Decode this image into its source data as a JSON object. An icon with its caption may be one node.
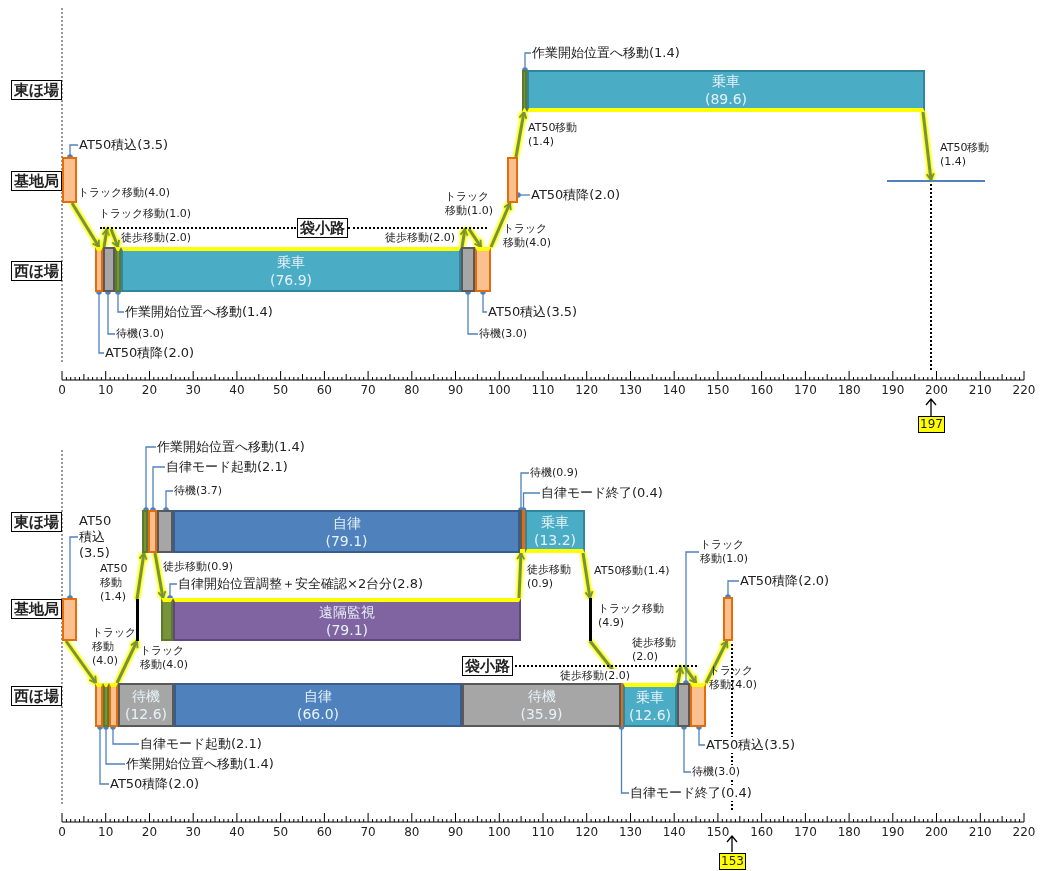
{
  "diagram": {
    "nodes": [
      {
        "text": [
          "東ほ場"
        ]
      },
      {
        "text": [
          "基地局"
        ]
      },
      {
        "text": [
          "西ほ場"
        ]
      },
      {
        "text": [
          "袋小路"
        ]
      },
      {
        "text": [],
        "shape": "bar"
      },
      {
        "text": [],
        "shape": "bar"
      },
      {
        "text": [],
        "shape": "bar"
      },
      {
        "text": [],
        "shape": "bar"
      },
      {
        "text": [
          "乗車",
          "(76.9)"
        ]
      },
      {
        "text": [],
        "shape": "bar"
      },
      {
        "text": [],
        "shape": "bar"
      },
      {
        "text": [],
        "shape": "bar"
      },
      {
        "text": [],
        "shape": "bar"
      },
      {
        "text": [
          "乗車",
          "(89.6)"
        ]
      },
      {
        "text": [],
        "shape": "bar"
      },
      {
        "text": [
          "197"
        ]
      },
      {
        "text": [
          "AT50積込(3.5)"
        ]
      },
      {
        "text": [
          "作業開始位置へ移動(1.4)"
        ]
      },
      {
        "text": [
          "待機(3.0)"
        ]
      },
      {
        "text": [
          "AT50積降(2.0)"
        ]
      },
      {
        "text": [
          "待機(3.0)"
        ]
      },
      {
        "text": [
          "AT50積込(3.5)"
        ]
      },
      {
        "text": [
          "AT50積降(2.0)"
        ]
      },
      {
        "text": [
          "作業開始位置へ移動(1.4)"
        ]
      },
      {
        "text": [
          "東ほ場"
        ]
      },
      {
        "text": [
          "基地局"
        ]
      },
      {
        "text": [
          "西ほ場"
        ]
      },
      {
        "text": [
          "袋小路"
        ]
      },
      {
        "text": [],
        "shape": "bar"
      },
      {
        "text": [],
        "shape": "bar"
      },
      {
        "text": [],
        "shape": "bar"
      },
      {
        "text": [],
        "shape": "bar"
      },
      {
        "text": [
          "待機",
          "(12.6)"
        ]
      },
      {
        "text": [
          "自律",
          "(66.0)"
        ]
      },
      {
        "text": [
          "待機",
          "(35.9)"
        ]
      },
      {
        "text": [],
        "shape": "bar"
      },
      {
        "text": [
          "乗車",
          "(12.6)"
        ]
      },
      {
        "text": [],
        "shape": "bar"
      },
      {
        "text": [],
        "shape": "bar"
      },
      {
        "text": [],
        "shape": "bar"
      },
      {
        "text": [],
        "shape": "bar"
      },
      {
        "text": [],
        "shape": "bar"
      },
      {
        "text": [
          "自律",
          "(79.1)"
        ]
      },
      {
        "text": [],
        "shape": "bar"
      },
      {
        "text": [],
        "shape": "bar"
      },
      {
        "text": [
          "乗車",
          "(13.2)"
        ]
      },
      {
        "text": [],
        "shape": "bar"
      },
      {
        "text": [
          "遠隔監視",
          "(79.1)"
        ]
      },
      {
        "text": [],
        "shape": "bar"
      },
      {
        "text": [
          "153"
        ]
      },
      {
        "text": [
          "AT50積込(3.5)"
        ]
      },
      {
        "text": [
          "作業開始位置へ移動(1.4)"
        ]
      },
      {
        "text": [
          "自律モード起動(2.1)"
        ]
      },
      {
        "text": [
          "待機(3.7)"
        ]
      },
      {
        "text": [
          "自律開始位置調整＋安全確認×2台分(2.8)"
        ]
      },
      {
        "text": [
          "待機(0.9)"
        ]
      },
      {
        "text": [
          "自律モード終了(0.4)"
        ]
      },
      {
        "text": [
          "自律モード起動(2.1)"
        ]
      },
      {
        "text": [
          "作業開始位置へ移動(1.4)"
        ]
      },
      {
        "text": [
          "AT50積降(2.0)"
        ]
      },
      {
        "text": [
          "自律モード終了(0.4)"
        ]
      },
      {
        "text": [
          "待機(3.0)"
        ]
      },
      {
        "text": [
          "AT50積込(3.5)"
        ]
      },
      {
        "text": [
          "AT50積降(2.0)"
        ]
      },
      {
        "text": [
          "トラック移動(1.0)"
        ]
      },
      {
        "text": [],
        "shape": "bar"
      },
      {
        "text": [],
        "shape": "bar"
      },
      {
        "text": [],
        "shape": "bar"
      },
      {
        "text": [],
        "shape": "bar"
      },
      {
        "text": [],
        "shape": "bar"
      }
    ],
    "edges": [
      {
        "from": 4,
        "to": 5,
        "arrow": "to",
        "label": "トラック移動(4.0)",
        "style": "thick",
        "color": "#77933c"
      },
      {
        "from": 6,
        "to": 67,
        "arrow": "to",
        "label": "トラック移動(1.0)",
        "style": "thick",
        "color": "#77933c"
      },
      {
        "from": 67,
        "to": 7,
        "arrow": "to",
        "label": "徒歩移動(2.0)",
        "style": "thick",
        "color": "#77933c"
      },
      {
        "from": 9,
        "to": 69,
        "arrow": "to",
        "label": "徒歩移動(2.0)",
        "style": "thick",
        "color": "#77933c"
      },
      {
        "from": 69,
        "to": 10,
        "arrow": "to",
        "label": "トラック移動(1.0)",
        "style": "thick",
        "color": "#77933c"
      },
      {
        "from": 10,
        "to": 11,
        "arrow": "to",
        "label": "トラック移動(4.0)",
        "style": "thick",
        "color": "#77933c"
      },
      {
        "from": 11,
        "to": 12,
        "arrow": "to",
        "label": "AT50移動(1.4)",
        "style": "thick",
        "color": "#77933c"
      },
      {
        "from": 13,
        "to": 14,
        "arrow": "to",
        "label": "AT50移動(1.4)",
        "style": "thick",
        "color": "#77933c"
      },
      {
        "from": 16,
        "to": 4,
        "arrow": "other"
      },
      {
        "from": 17,
        "to": 7,
        "arrow": "other"
      },
      {
        "from": 18,
        "to": 6,
        "arrow": "other"
      },
      {
        "from": 19,
        "to": 5,
        "arrow": "other"
      },
      {
        "from": 20,
        "to": 9,
        "arrow": "other"
      },
      {
        "from": 21,
        "to": 10,
        "arrow": "other"
      },
      {
        "from": 22,
        "to": 11,
        "arrow": "other"
      },
      {
        "from": 23,
        "to": 12,
        "arrow": "other"
      },
      {
        "from": 28,
        "to": 29,
        "arrow": "to",
        "label": "トラック移動(4.0)",
        "style": "thick",
        "color": "#77933c"
      },
      {
        "from": 31,
        "to": 65,
        "arrow": "to",
        "label": "トラック移動(4.0)",
        "style": "thick",
        "color": "#77933c"
      },
      {
        "from": 65,
        "to": 39,
        "arrow": "to",
        "label": "AT50移動(1.4)",
        "style": "thick",
        "color": "#77933c"
      },
      {
        "from": 40,
        "to": 46,
        "arrow": "to",
        "label": "徒歩移動(0.9)",
        "style": "thick",
        "color": "#77933c"
      },
      {
        "from": 47,
        "to": 43,
        "arrow": "to",
        "label": "徒歩移動(0.9)",
        "style": "thick",
        "color": "#77933c"
      },
      {
        "from": 45,
        "to": 66,
        "arrow": "to",
        "label": "AT50移動(1.4)",
        "style": "thick",
        "color": "#77933c"
      },
      {
        "from": 66,
        "to": 36,
        "arrow": "to",
        "label": "トラック移動(4.9)",
        "style": "thick",
        "color": "#77933c"
      },
      {
        "from": 37,
        "to": 68,
        "arrow": "to",
        "label": "徒歩移動(2.0)",
        "style": "thick",
        "color": "#77933c"
      },
      {
        "from": 68,
        "to": 38,
        "arrow": "to",
        "style": "thick",
        "color": "#77933c"
      },
      {
        "from": 38,
        "to": 48,
        "arrow": "to",
        "label": "トラック移動(4.0)",
        "style": "thick",
        "color": "#77933c"
      },
      {
        "from": 50,
        "to": 28,
        "arrow": "other"
      },
      {
        "from": 51,
        "to": 39,
        "arrow": "other"
      },
      {
        "from": 52,
        "to": 40,
        "arrow": "other"
      },
      {
        "from": 53,
        "to": 41,
        "arrow": "other"
      },
      {
        "from": 54,
        "to": 46,
        "arrow": "other"
      },
      {
        "from": 55,
        "to": 43,
        "arrow": "other"
      },
      {
        "from": 56,
        "to": 44,
        "arrow": "other"
      },
      {
        "from": 57,
        "to": 31,
        "arrow": "other"
      },
      {
        "from": 58,
        "to": 30,
        "arrow": "other"
      },
      {
        "from": 59,
        "to": 29,
        "arrow": "other"
      },
      {
        "from": 60,
        "to": 35,
        "arrow": "other"
      },
      {
        "from": 61,
        "to": 37,
        "arrow": "other"
      },
      {
        "from": 62,
        "to": 38,
        "arrow": "other"
      },
      {
        "from": 63,
        "to": 48,
        "arrow": "other"
      },
      {
        "from": 64,
        "to": 37,
        "arrow": "other"
      }
    ],
    "labels": [
      "0",
      "10",
      "20",
      "30",
      "40",
      "50",
      "60",
      "70",
      "80",
      "90",
      "100",
      "110",
      "120",
      "130",
      "140",
      "150",
      "160",
      "170",
      "180",
      "190",
      "200",
      "210",
      "220",
      "徒歩移動(2.0)",
      "0",
      "10",
      "20",
      "30",
      "40",
      "50",
      "60",
      "70",
      "80",
      "90",
      "100",
      "110",
      "120",
      "130",
      "140",
      "150",
      "160",
      "170",
      "180",
      "190",
      "200",
      "210",
      "220"
    ]
  }
}
